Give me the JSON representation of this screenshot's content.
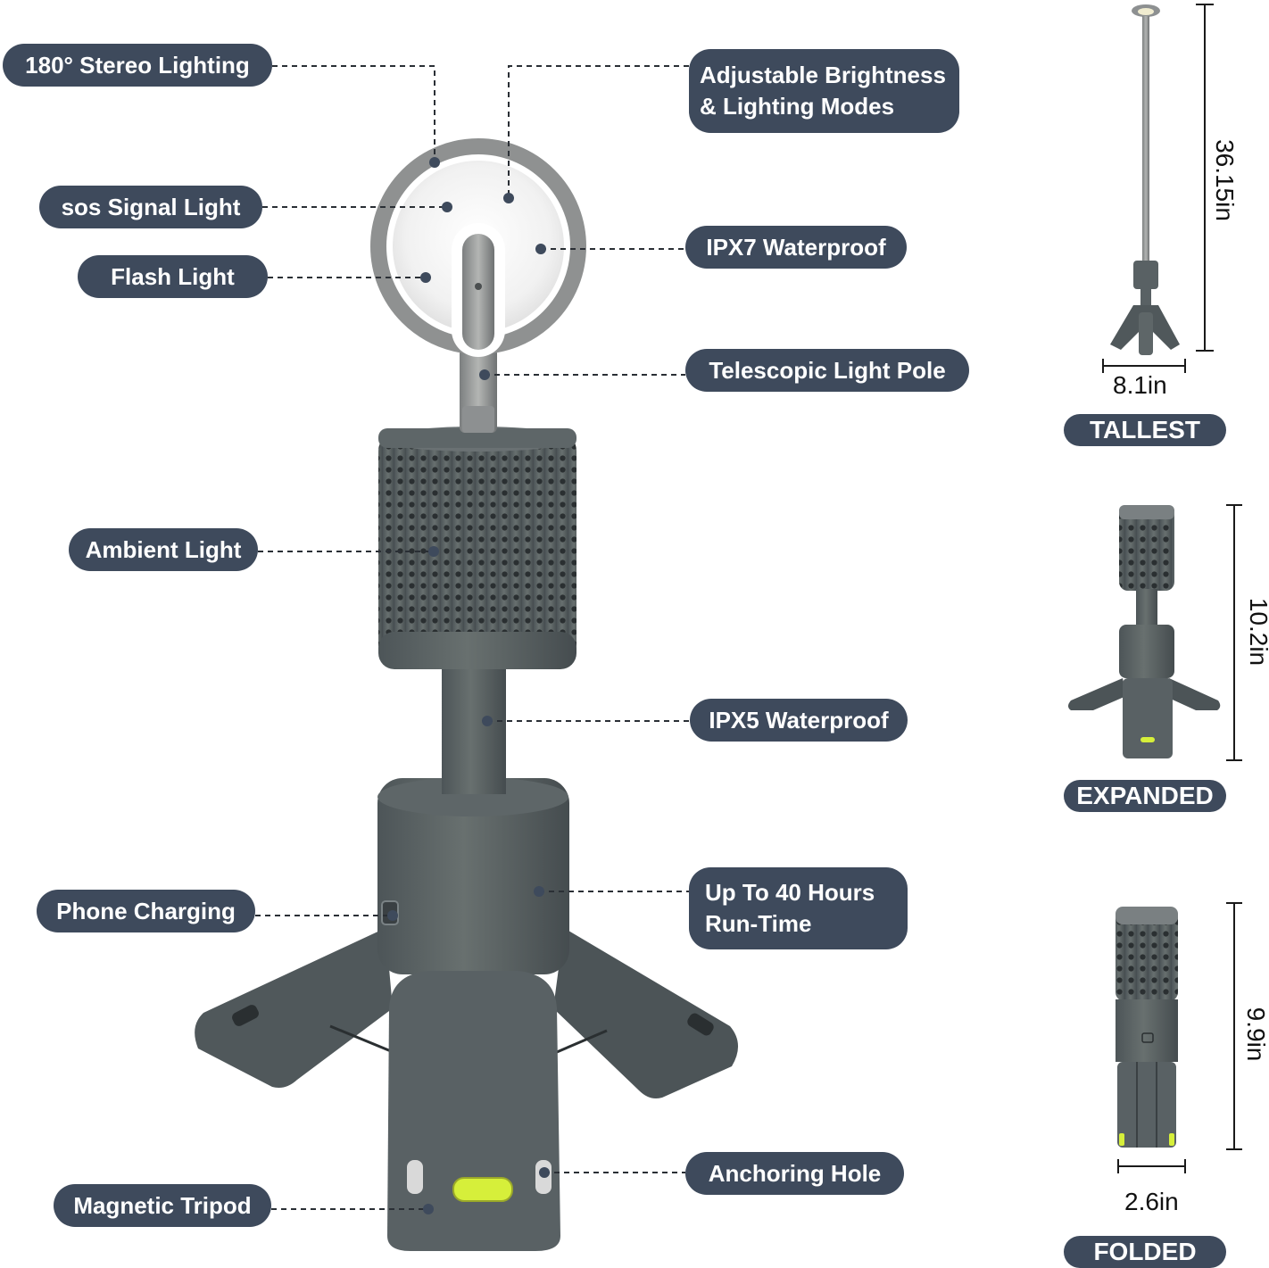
{
  "callouts": {
    "stereo": "180° Stereo Lighting",
    "brightness_line1": "Adjustable Brightness",
    "brightness_line2": "& Lighting Modes",
    "sos": "sos Signal Light",
    "ipx7": "IPX7 Waterproof",
    "flash": "Flash Light",
    "pole": "Telescopic Light Pole",
    "ambient": "Ambient Light",
    "ipx5": "IPX5 Waterproof",
    "phone": "Phone Charging",
    "runtime_line1": "Up To 40 Hours",
    "runtime_line2": "Run-Time",
    "anchor": "Anchoring Hole",
    "tripod": "Magnetic Tripod"
  },
  "sizes": {
    "tallest": {
      "label": "TALLEST",
      "height": "36.15in",
      "width": "8.1in"
    },
    "expanded": {
      "label": "EXPANDED",
      "height": "10.2in"
    },
    "folded": {
      "label": "FOLDED",
      "height": "9.9in",
      "width": "2.6in"
    }
  },
  "colors": {
    "label_bg": "#3e4a5c",
    "body": "#5b6366",
    "accent": "#d6ef3a"
  }
}
